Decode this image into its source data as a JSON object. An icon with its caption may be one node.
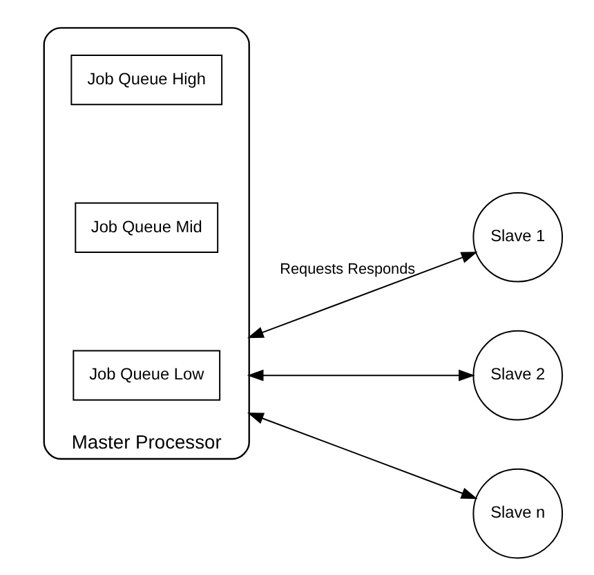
{
  "diagram": {
    "nodes": [
      {
        "text": [
          "Master Processor"
        ]
      },
      {
        "text": [
          "Job Queue Low"
        ],
        "in": 0
      },
      {
        "text": [
          "Job Queue Mid"
        ],
        "in": 0
      },
      {
        "text": [
          "Job Queue High"
        ],
        "in": 0
      },
      {
        "text": [
          "Slave 1"
        ]
      },
      {
        "text": [
          "Slave 2"
        ]
      },
      {
        "text": [
          "Slave n"
        ]
      }
    ],
    "edges": [
      {
        "from": 0,
        "to": 4,
        "arrow": "both",
        "label": "Requests Responds"
      },
      {
        "from": 0,
        "to": 5,
        "arrow": "both"
      },
      {
        "from": 0,
        "to": 6,
        "arrow": "both"
      }
    ]
  }
}
